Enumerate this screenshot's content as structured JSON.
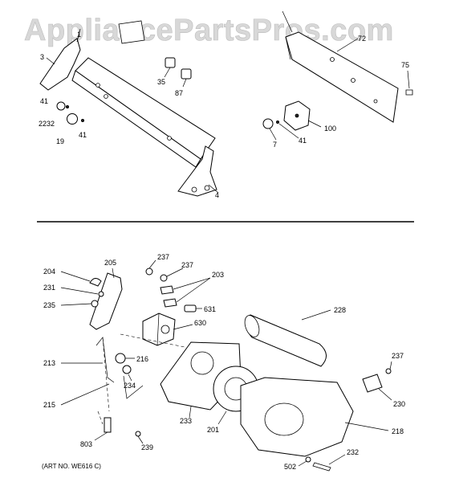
{
  "watermark": "AppliancePartsPros.com",
  "art_number": "(ART NO. WE616 C)",
  "top_labels": {
    "p1": "1",
    "p3": "3",
    "p41a": "41",
    "p2232": "2232",
    "p19": "19",
    "p41b": "41",
    "p35": "35",
    "p87": "87",
    "p4": "4",
    "p72": "72",
    "p75": "75",
    "p100": "100",
    "p7": "7",
    "p41c": "41"
  },
  "bottom_labels": {
    "p204": "204",
    "p205": "205",
    "p231": "231",
    "p235": "235",
    "p237a": "237",
    "p237b": "237",
    "p203": "203",
    "p631": "631",
    "p630": "630",
    "p228": "228",
    "p213": "213",
    "p216": "216",
    "p234": "234",
    "p215": "215",
    "p233": "233",
    "p201": "201",
    "p237c": "237",
    "p230": "230",
    "p218": "218",
    "p803": "803",
    "p239": "239",
    "p232": "232",
    "p502": "502"
  },
  "watermark_color": "#d8d8d8"
}
